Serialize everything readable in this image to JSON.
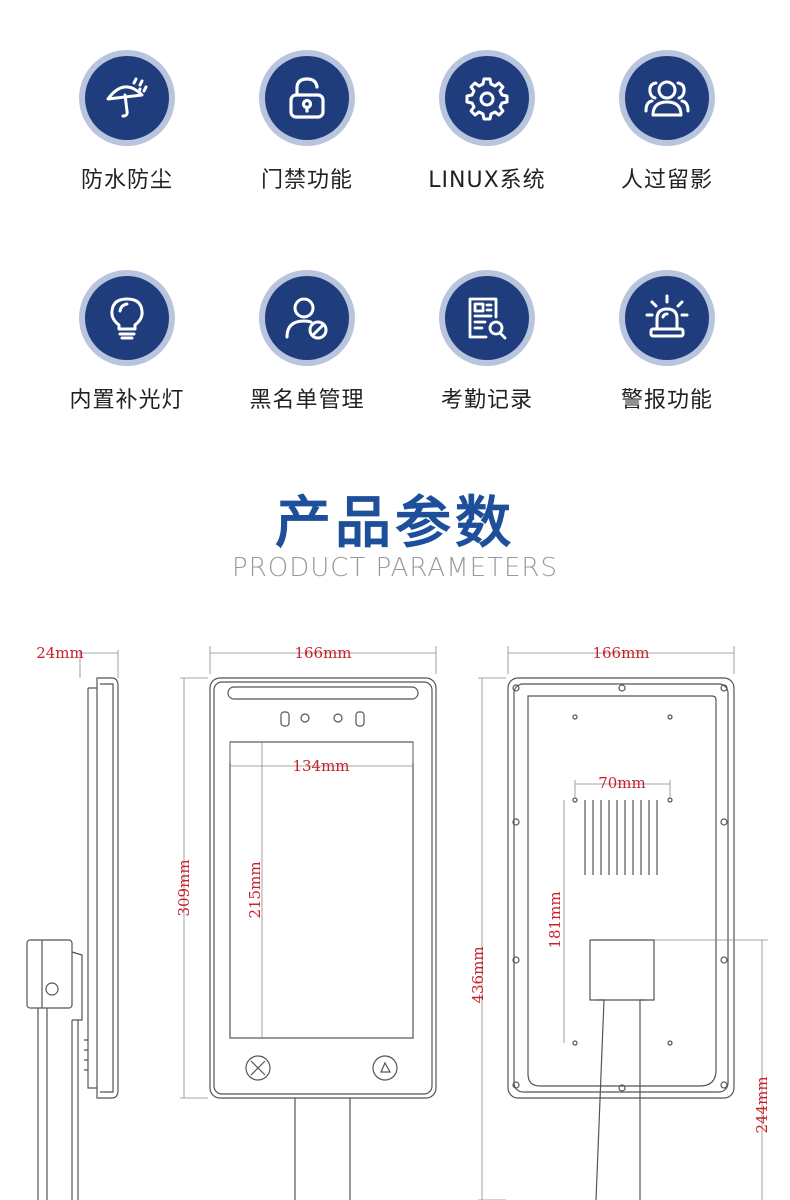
{
  "features": [
    {
      "label": "防水防尘",
      "icon": "umbrella-rain-icon"
    },
    {
      "label": "门禁功能",
      "icon": "unlocked-padlock-icon"
    },
    {
      "label": "LINUX系统",
      "icon": "gear-icon"
    },
    {
      "label": "人过留影",
      "icon": "users-group-icon"
    },
    {
      "label": "内置补光灯",
      "icon": "lightbulb-icon"
    },
    {
      "label": "黑名单管理",
      "icon": "user-blocked-icon"
    },
    {
      "label": "考勤记录",
      "icon": "document-search-icon"
    },
    {
      "label": "警报功能",
      "icon": "alarm-siren-icon"
    }
  ],
  "section": {
    "title_cn": "产品参数",
    "title_en": "PRODUCT PARAMETERS"
  },
  "dimensions": {
    "side_depth": "24mm",
    "front_width": "166mm",
    "front_height": "309mm",
    "screen_width": "134mm",
    "screen_height": "215mm",
    "back_width": "166mm",
    "vent_width": "70mm",
    "vent_height": "181mm",
    "total_height": "436mm",
    "stand_height": "244mm"
  },
  "colors": {
    "icon_bg": "#1f3c7d",
    "icon_ring": "#b9c4dd",
    "title": "#1d4f9a",
    "dimension": "#c8202a"
  }
}
